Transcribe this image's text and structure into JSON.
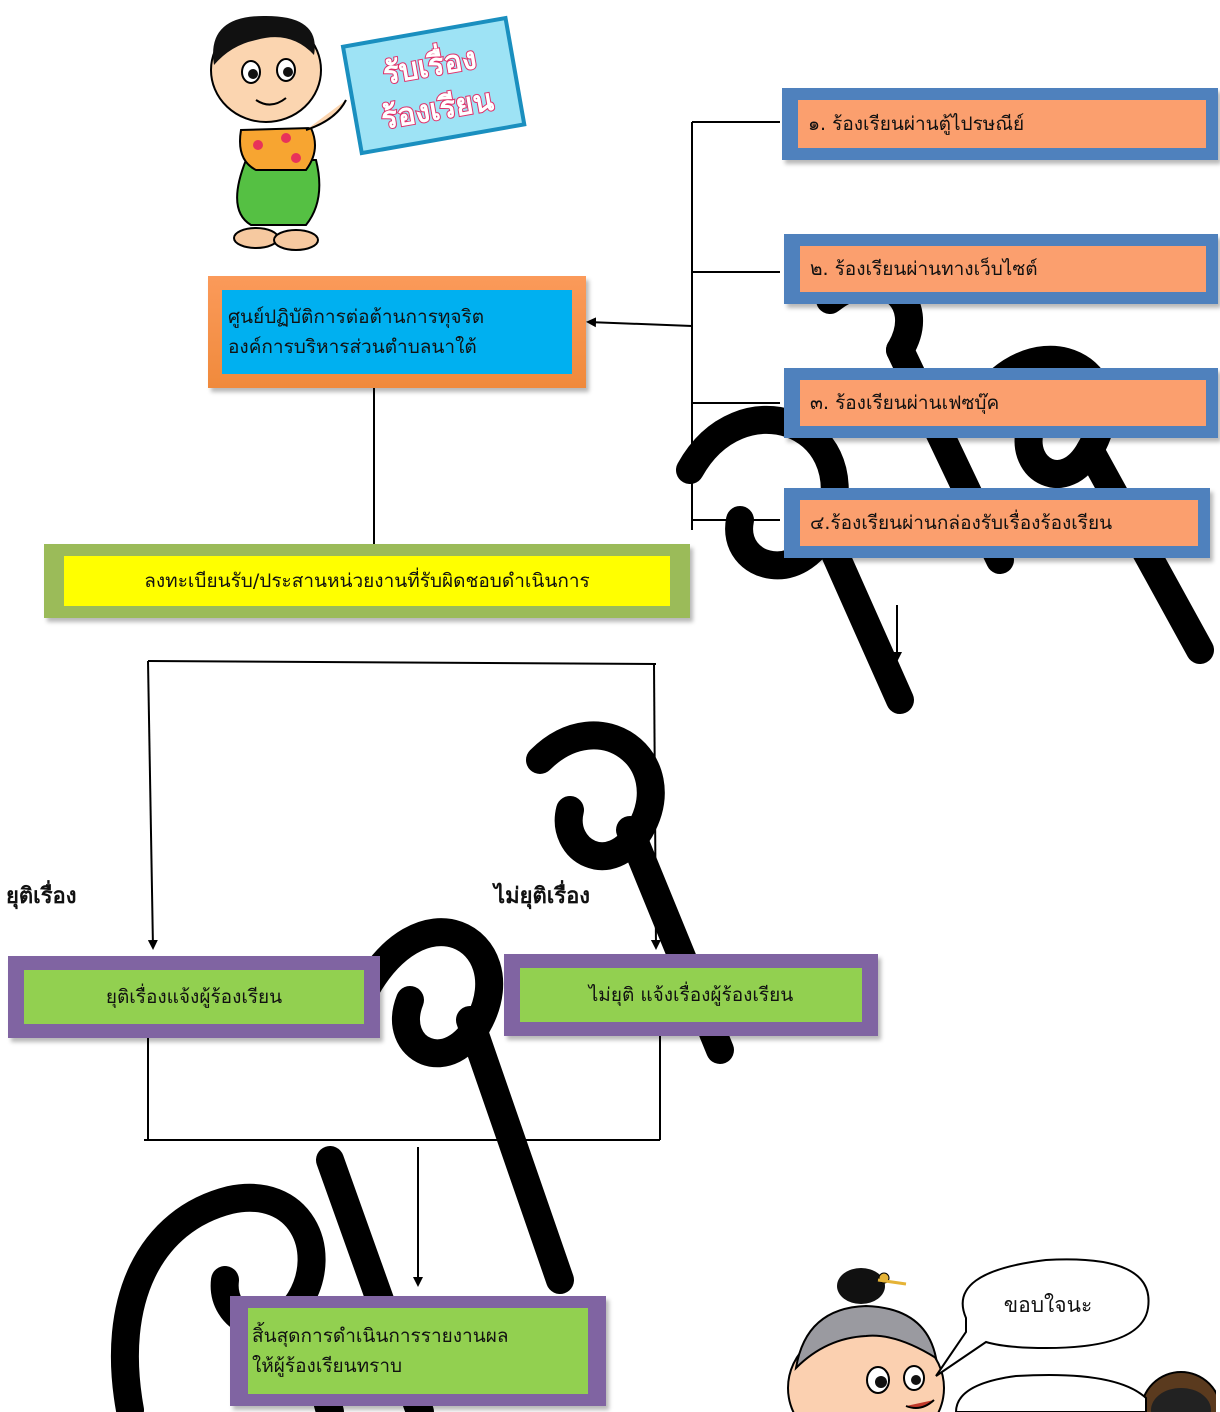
{
  "sign": {
    "line1": "รับเรื่อง",
    "line2": "ร้องเรียน"
  },
  "center": {
    "line1": "ศูนย์ปฏิบัติการต่อต้านการทุจริต",
    "line2": "องค์การบริหารส่วนตำบลนาใต้"
  },
  "channels": [
    {
      "label": "๑.  ร้องเรียนผ่านตู้ไปรษณีย์"
    },
    {
      "label": "๒.  ร้องเรียนผ่านทางเว็บไซต์"
    },
    {
      "label": "๓. ร้องเรียนผ่านเฟซบุ๊ค"
    },
    {
      "label": "๔.ร้องเรียนผ่านกล่องรับเรื่องร้องเรียน"
    }
  ],
  "register": {
    "label": "ลงทะเบียนรับ/ประสานหน่วยงานที่รับผิดชอบดำเนินการ"
  },
  "branches": {
    "resolved": "ยุติเรื่อง",
    "unresolved": "ไม่ยุติเรื่อง"
  },
  "results": {
    "resolved": "ยุติเรื่องแจ้งผู้ร้องเรียน",
    "unresolved": "ไม่ยุติ แจ้งเรื่องผู้ร้องเรียน"
  },
  "final": {
    "line1": "สิ้นสุดการดำเนินการรายงานผล",
    "line2": "ให้ผู้ร้องเรียนทราบ"
  },
  "bubble": {
    "text": "ขอบใจนะ"
  },
  "colors": {
    "channel_border": "#4f81bd",
    "channel_fill": "#fb9f6e",
    "center_border": "#f79646",
    "center_fill": "#00b0f0",
    "register_border": "#9bbb59",
    "register_fill": "#ffff00",
    "result_border": "#8064a2",
    "result_fill": "#92d050"
  }
}
